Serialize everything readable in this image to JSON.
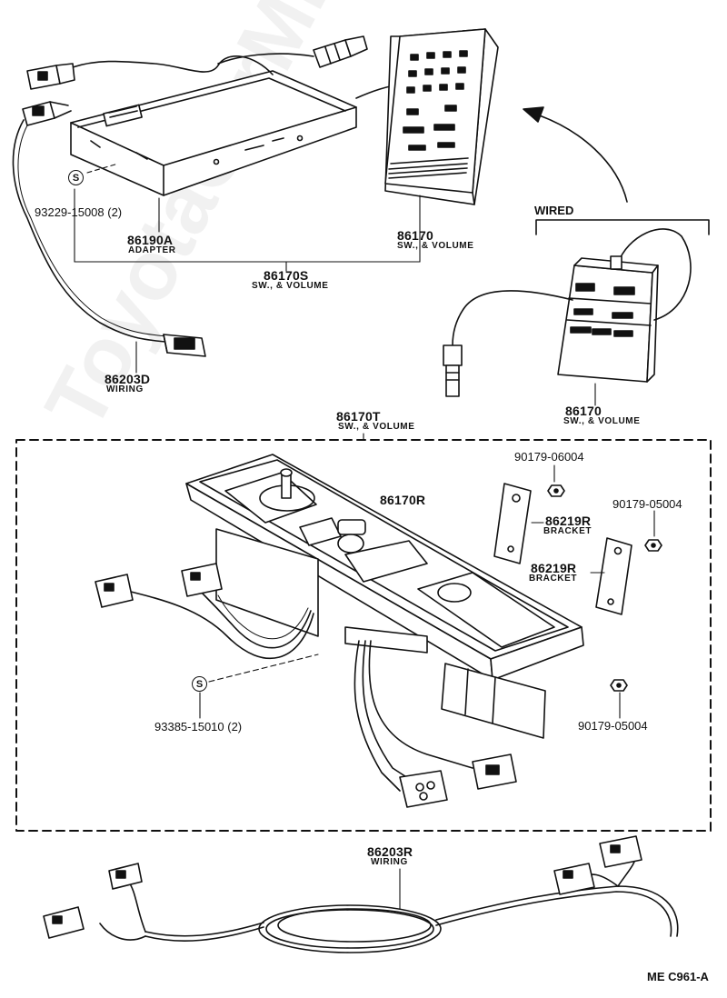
{
  "watermark": "ToyotaCarMine.ru",
  "drawing_code": "ME C961-A",
  "section_labels": {
    "wired": "WIRED"
  },
  "parts": {
    "adapter": {
      "number": "86190A",
      "desc": "ADAPTER"
    },
    "sw_volume_wireless": {
      "number": "86170",
      "desc": "SW., & VOLUME"
    },
    "sw_volume_set": {
      "number": "86170S",
      "desc": "SW., & VOLUME"
    },
    "wiring_d": {
      "number": "86203D",
      "desc": "WIRING"
    },
    "sw_volume_wired": {
      "number": "86170",
      "desc": "SW., & VOLUME"
    },
    "sw_volume_t": {
      "number": "86170T",
      "desc": "SW., & VOLUME"
    },
    "sw_volume_r": {
      "number": "86170R"
    },
    "bracket_1": {
      "number": "86219R",
      "desc": "BRACKET"
    },
    "bracket_2": {
      "number": "86219R",
      "desc": "BRACKET"
    },
    "wiring_r": {
      "number": "86203R",
      "desc": "WIRING"
    }
  },
  "screws": {
    "screw_top": {
      "code": "93229-15008 (2)",
      "mark": "S"
    },
    "screw_bottom": {
      "code": "93385-15010 (2)",
      "mark": "S"
    }
  },
  "nuts": {
    "nut_1": "90179-06004",
    "nut_2": "90179-05004",
    "nut_3": "90179-05004"
  }
}
